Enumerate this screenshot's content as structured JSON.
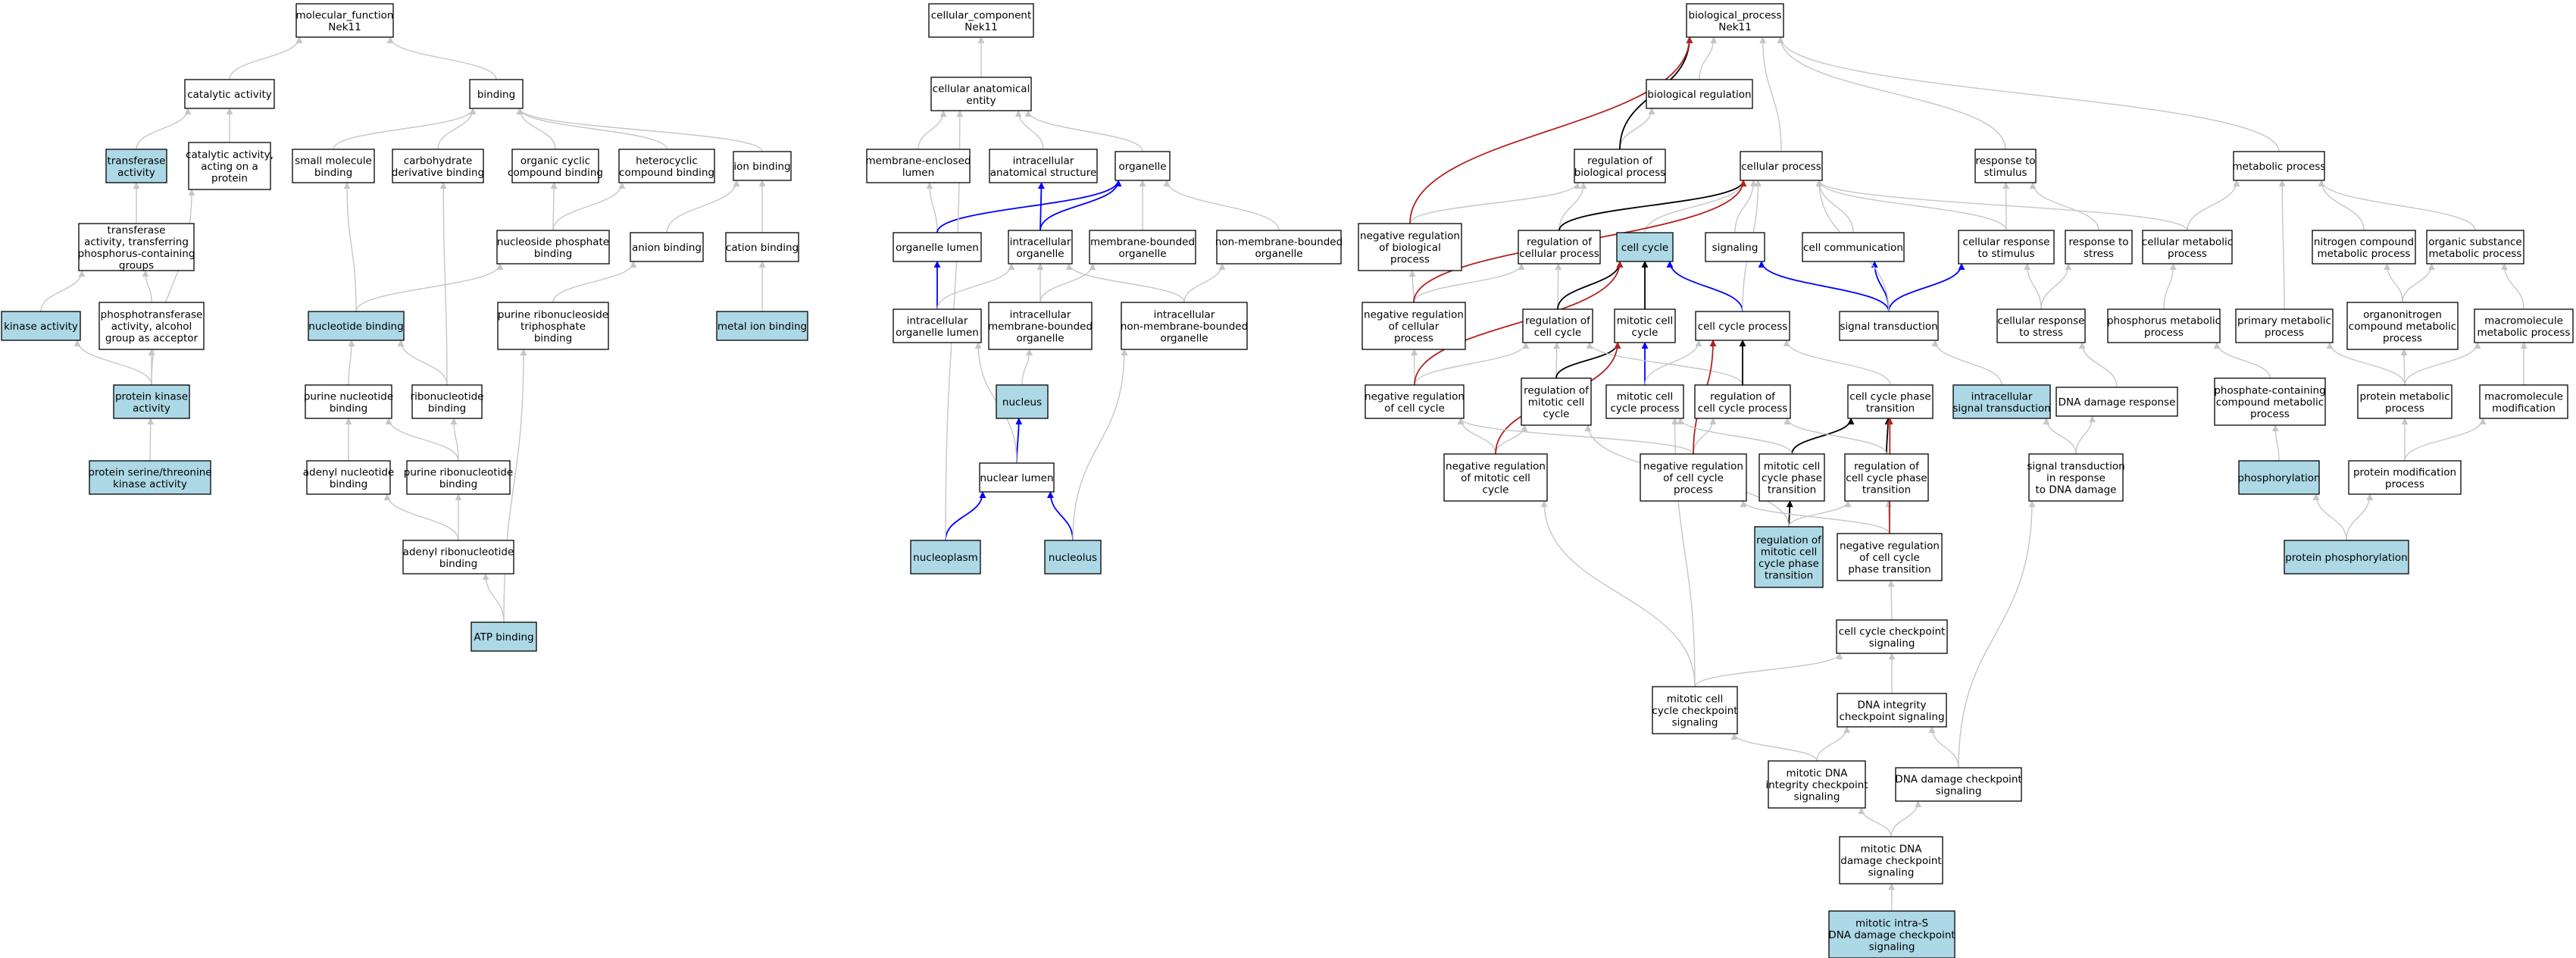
{
  "colors": {
    "highlight": "#add8e6",
    "plain": "#ffffff",
    "grey": "#c6c6c6",
    "red": "#b22222",
    "blue": "#0000ff",
    "black": "#000000"
  },
  "nodes": [
    {
      "id": "mf",
      "lines": [
        "molecular_function",
        "Nek11"
      ]
    },
    {
      "id": "cat",
      "lines": [
        "catalytic activity"
      ]
    },
    {
      "id": "bind",
      "lines": [
        "binding"
      ]
    },
    {
      "id": "transact",
      "lines": [
        "transferase",
        "activity"
      ],
      "hl": true
    },
    {
      "id": "catprot",
      "lines": [
        "catalytic activity,",
        "acting on a",
        "protein"
      ]
    },
    {
      "id": "smb",
      "lines": [
        "small molecule",
        "binding"
      ]
    },
    {
      "id": "carb",
      "lines": [
        "carbohydrate",
        "derivative binding"
      ]
    },
    {
      "id": "ocyc",
      "lines": [
        "organic cyclic",
        "compound binding"
      ]
    },
    {
      "id": "hcyc",
      "lines": [
        "heterocyclic",
        "compound binding"
      ]
    },
    {
      "id": "ionb",
      "lines": [
        "ion binding"
      ]
    },
    {
      "id": "transphos",
      "lines": [
        "transferase",
        "activity, transferring",
        "phosphorus-containing",
        "groups"
      ]
    },
    {
      "id": "nucphos",
      "lines": [
        "nucleoside phosphate",
        "binding"
      ]
    },
    {
      "id": "anion",
      "lines": [
        "anion binding"
      ]
    },
    {
      "id": "cation",
      "lines": [
        "cation binding"
      ]
    },
    {
      "id": "kinase",
      "lines": [
        "kinase activity"
      ],
      "hl": true
    },
    {
      "id": "phostrans",
      "lines": [
        "phosphotransferase",
        "activity, alcohol",
        "group as acceptor"
      ]
    },
    {
      "id": "nucbind",
      "lines": [
        "nucleotide binding"
      ],
      "hl": true
    },
    {
      "id": "purtri",
      "lines": [
        "purine ribonucleoside",
        "triphosphate",
        "binding"
      ]
    },
    {
      "id": "metal",
      "lines": [
        "metal ion binding"
      ],
      "hl": true
    },
    {
      "id": "protkin",
      "lines": [
        "protein kinase",
        "activity"
      ],
      "hl": true
    },
    {
      "id": "purnuc",
      "lines": [
        "purine nucleotide",
        "binding"
      ]
    },
    {
      "id": "ribonuc",
      "lines": [
        "ribonucleotide",
        "binding"
      ]
    },
    {
      "id": "serthr",
      "lines": [
        "protein serine/threonine",
        "kinase activity"
      ],
      "hl": true
    },
    {
      "id": "adenuc",
      "lines": [
        "adenyl nucleotide",
        "binding"
      ]
    },
    {
      "id": "purribo",
      "lines": [
        "purine ribonucleotide",
        "binding"
      ]
    },
    {
      "id": "adenribo",
      "lines": [
        "adenyl ribonucleotide",
        "binding"
      ]
    },
    {
      "id": "atp",
      "lines": [
        "ATP binding"
      ],
      "hl": true
    },
    {
      "id": "cc",
      "lines": [
        "cellular_component",
        "Nek11"
      ]
    },
    {
      "id": "cae",
      "lines": [
        "cellular anatomical",
        "entity"
      ]
    },
    {
      "id": "mel",
      "lines": [
        "membrane-enclosed",
        "lumen"
      ]
    },
    {
      "id": "ias",
      "lines": [
        "intracellular",
        "anatomical structure"
      ]
    },
    {
      "id": "org",
      "lines": [
        "organelle"
      ]
    },
    {
      "id": "orglum",
      "lines": [
        "organelle lumen"
      ]
    },
    {
      "id": "iorg",
      "lines": [
        "intracellular",
        "organelle"
      ]
    },
    {
      "id": "mborg",
      "lines": [
        "membrane-bounded",
        "organelle"
      ]
    },
    {
      "id": "nmborg",
      "lines": [
        "non-membrane-bounded",
        "organelle"
      ]
    },
    {
      "id": "iorglum",
      "lines": [
        "intracellular",
        "organelle lumen"
      ]
    },
    {
      "id": "imborg",
      "lines": [
        "intracellular",
        "membrane-bounded",
        "organelle"
      ]
    },
    {
      "id": "inmborg",
      "lines": [
        "intracellular",
        "non-membrane-bounded",
        "organelle"
      ]
    },
    {
      "id": "nucleus",
      "lines": [
        "nucleus"
      ],
      "hl": true
    },
    {
      "id": "nuclum",
      "lines": [
        "nuclear lumen"
      ]
    },
    {
      "id": "nucplasm",
      "lines": [
        "nucleoplasm"
      ],
      "hl": true
    },
    {
      "id": "nucleolus",
      "lines": [
        "nucleolus"
      ],
      "hl": true
    },
    {
      "id": "bp",
      "lines": [
        "biological_process",
        "Nek11"
      ]
    },
    {
      "id": "breg",
      "lines": [
        "biological regulation"
      ]
    },
    {
      "id": "regbp",
      "lines": [
        "regulation of",
        "biological process"
      ]
    },
    {
      "id": "cellproc",
      "lines": [
        "cellular process"
      ]
    },
    {
      "id": "resp",
      "lines": [
        "response to",
        "stimulus"
      ]
    },
    {
      "id": "metab",
      "lines": [
        "metabolic process"
      ]
    },
    {
      "id": "nrbp",
      "lines": [
        "negative regulation",
        "of biological",
        "process"
      ]
    },
    {
      "id": "regcp",
      "lines": [
        "regulation of",
        "cellular process"
      ]
    },
    {
      "id": "cellcycle",
      "lines": [
        "cell cycle"
      ],
      "hl": true
    },
    {
      "id": "signaling",
      "lines": [
        "signaling"
      ]
    },
    {
      "id": "cellcomm",
      "lines": [
        "cell communication"
      ]
    },
    {
      "id": "cresp",
      "lines": [
        "cellular response",
        "to stimulus"
      ]
    },
    {
      "id": "rstress",
      "lines": [
        "response to",
        "stress"
      ]
    },
    {
      "id": "cmetab",
      "lines": [
        "cellular metabolic",
        "process"
      ]
    },
    {
      "id": "ncmetab",
      "lines": [
        "nitrogen compound",
        "metabolic process"
      ]
    },
    {
      "id": "osmetab",
      "lines": [
        "organic substance",
        "metabolic process"
      ]
    },
    {
      "id": "nrcp",
      "lines": [
        "negative regulation",
        "of cellular",
        "process"
      ]
    },
    {
      "id": "regcc",
      "lines": [
        "regulation of",
        "cell cycle"
      ]
    },
    {
      "id": "mitcc",
      "lines": [
        "mitotic cell",
        "cycle"
      ]
    },
    {
      "id": "ccproc",
      "lines": [
        "cell cycle process"
      ]
    },
    {
      "id": "sigtrans",
      "lines": [
        "signal transduction"
      ]
    },
    {
      "id": "crstress",
      "lines": [
        "cellular response",
        "to stress"
      ]
    },
    {
      "id": "phosmet",
      "lines": [
        "phosphorus metabolic",
        "process"
      ]
    },
    {
      "id": "primet",
      "lines": [
        "primary metabolic",
        "process"
      ]
    },
    {
      "id": "onmet",
      "lines": [
        "organonitrogen",
        "compound metabolic",
        "process"
      ]
    },
    {
      "id": "macmet",
      "lines": [
        "macromolecule",
        "metabolic process"
      ]
    },
    {
      "id": "nrcc",
      "lines": [
        "negative regulation",
        "of cell cycle"
      ]
    },
    {
      "id": "regmitcc",
      "lines": [
        "regulation of",
        "mitotic cell",
        "cycle"
      ]
    },
    {
      "id": "mitccproc",
      "lines": [
        "mitotic cell",
        "cycle process"
      ]
    },
    {
      "id": "regccproc",
      "lines": [
        "regulation of",
        "cell cycle process"
      ]
    },
    {
      "id": "ccpt",
      "lines": [
        "cell cycle phase",
        "transition"
      ]
    },
    {
      "id": "ist",
      "lines": [
        "intracellular",
        "signal transduction"
      ],
      "hl": true
    },
    {
      "id": "dnadam",
      "lines": [
        "DNA damage response"
      ]
    },
    {
      "id": "pcmet",
      "lines": [
        "phosphate-containing",
        "compound metabolic",
        "process"
      ]
    },
    {
      "id": "protmet",
      "lines": [
        "protein metabolic",
        "process"
      ]
    },
    {
      "id": "macmod",
      "lines": [
        "macromolecule",
        "modification"
      ]
    },
    {
      "id": "nrmitcc",
      "lines": [
        "negative regulation",
        "of mitotic cell",
        "cycle"
      ]
    },
    {
      "id": "nrccproc",
      "lines": [
        "negative regulation",
        "of cell cycle",
        "process"
      ]
    },
    {
      "id": "mccpt",
      "lines": [
        "mitotic cell",
        "cycle phase",
        "transition"
      ]
    },
    {
      "id": "regccpt",
      "lines": [
        "regulation of",
        "cell cycle phase",
        "transition"
      ]
    },
    {
      "id": "stdna",
      "lines": [
        "signal transduction",
        "in response",
        "to DNA damage"
      ]
    },
    {
      "id": "phosph",
      "lines": [
        "phosphorylation"
      ],
      "hl": true
    },
    {
      "id": "protmod",
      "lines": [
        "protein modification",
        "process"
      ]
    },
    {
      "id": "regmccpt",
      "lines": [
        "regulation of",
        "mitotic cell",
        "cycle phase",
        "transition"
      ],
      "hl": true
    },
    {
      "id": "nrccpt",
      "lines": [
        "negative regulation",
        "of cell cycle",
        "phase transition"
      ]
    },
    {
      "id": "protphos",
      "lines": [
        "protein phosphorylation"
      ],
      "hl": true
    },
    {
      "id": "ccchk",
      "lines": [
        "cell cycle checkpoint",
        "signaling"
      ]
    },
    {
      "id": "mccchk",
      "lines": [
        "mitotic cell",
        "cycle checkpoint",
        "signaling"
      ]
    },
    {
      "id": "dnaint",
      "lines": [
        "DNA integrity",
        "checkpoint signaling"
      ]
    },
    {
      "id": "mdnaint",
      "lines": [
        "mitotic DNA",
        "integrity checkpoint",
        "signaling"
      ]
    },
    {
      "id": "dnadamchk",
      "lines": [
        "DNA damage checkpoint",
        "signaling"
      ]
    },
    {
      "id": "mdnadam",
      "lines": [
        "mitotic DNA",
        "damage checkpoint",
        "signaling"
      ]
    },
    {
      "id": "mintras",
      "lines": [
        "mitotic intra-S",
        "DNA damage checkpoint",
        "signaling"
      ],
      "hl": true
    }
  ],
  "edges": [
    [
      "cat",
      "mf",
      "g"
    ],
    [
      "bind",
      "mf",
      "g"
    ],
    [
      "transact",
      "cat",
      "g"
    ],
    [
      "catprot",
      "cat",
      "g"
    ],
    [
      "smb",
      "bind",
      "g"
    ],
    [
      "carb",
      "bind",
      "g"
    ],
    [
      "ocyc",
      "bind",
      "g"
    ],
    [
      "hcyc",
      "bind",
      "g"
    ],
    [
      "ionb",
      "bind",
      "g"
    ],
    [
      "transphos",
      "transact",
      "g"
    ],
    [
      "nucphos",
      "ocyc",
      "g"
    ],
    [
      "nucphos",
      "hcyc",
      "g"
    ],
    [
      "anion",
      "ionb",
      "g"
    ],
    [
      "cation",
      "ionb",
      "g"
    ],
    [
      "kinase",
      "transphos",
      "g"
    ],
    [
      "phostrans",
      "transphos",
      "g"
    ],
    [
      "nucbind",
      "smb",
      "g"
    ],
    [
      "nucbind",
      "nucphos",
      "g"
    ],
    [
      "purtri",
      "anion",
      "g"
    ],
    [
      "metal",
      "cation",
      "g"
    ],
    [
      "protkin",
      "kinase",
      "g"
    ],
    [
      "protkin",
      "phostrans",
      "g"
    ],
    [
      "protkin",
      "catprot",
      "g"
    ],
    [
      "purnuc",
      "nucbind",
      "g"
    ],
    [
      "ribonuc",
      "nucbind",
      "g"
    ],
    [
      "ribonuc",
      "carb",
      "g"
    ],
    [
      "serthr",
      "protkin",
      "g"
    ],
    [
      "adenuc",
      "purnuc",
      "g"
    ],
    [
      "purribo",
      "purnuc",
      "g"
    ],
    [
      "purribo",
      "ribonuc",
      "g"
    ],
    [
      "adenribo",
      "adenuc",
      "g"
    ],
    [
      "adenribo",
      "purribo",
      "g"
    ],
    [
      "atp",
      "adenribo",
      "g"
    ],
    [
      "atp",
      "purtri",
      "g"
    ],
    [
      "cae",
      "cc",
      "g"
    ],
    [
      "mel",
      "cae",
      "g"
    ],
    [
      "ias",
      "cae",
      "g"
    ],
    [
      "org",
      "cae",
      "g"
    ],
    [
      "orglum",
      "mel",
      "g"
    ],
    [
      "orglum",
      "org",
      "b"
    ],
    [
      "iorg",
      "ias",
      "b"
    ],
    [
      "iorg",
      "org",
      "b"
    ],
    [
      "mborg",
      "org",
      "g"
    ],
    [
      "nmborg",
      "org",
      "g"
    ],
    [
      "iorglum",
      "orglum",
      "b"
    ],
    [
      "iorglum",
      "iorg",
      "g"
    ],
    [
      "imborg",
      "iorg",
      "g"
    ],
    [
      "imborg",
      "mborg",
      "g"
    ],
    [
      "inmborg",
      "iorg",
      "g"
    ],
    [
      "inmborg",
      "nmborg",
      "g"
    ],
    [
      "nucleus",
      "imborg",
      "g"
    ],
    [
      "nuclum",
      "nucleus",
      "b"
    ],
    [
      "nuclum",
      "iorglum",
      "g"
    ],
    [
      "nucplasm",
      "nuclum",
      "b"
    ],
    [
      "nucplasm",
      "cae",
      "g"
    ],
    [
      "nucleolus",
      "nuclum",
      "b"
    ],
    [
      "nucleolus",
      "inmborg",
      "g"
    ],
    [
      "breg",
      "bp",
      "g"
    ],
    [
      "regbp",
      "breg",
      "g"
    ],
    [
      "regbp",
      "bp",
      "k"
    ],
    [
      "cellproc",
      "bp",
      "g"
    ],
    [
      "resp",
      "bp",
      "g"
    ],
    [
      "metab",
      "bp",
      "g"
    ],
    [
      "nrbp",
      "regbp",
      "g"
    ],
    [
      "nrbp",
      "bp",
      "r"
    ],
    [
      "regcp",
      "regbp",
      "g"
    ],
    [
      "regcp",
      "cellproc",
      "k"
    ],
    [
      "cellcycle",
      "cellproc",
      "g"
    ],
    [
      "signaling",
      "cellproc",
      "g"
    ],
    [
      "cellcomm",
      "cellproc",
      "g"
    ],
    [
      "cresp",
      "resp",
      "g"
    ],
    [
      "cresp",
      "cellproc",
      "g"
    ],
    [
      "rstress",
      "resp",
      "g"
    ],
    [
      "cmetab",
      "metab",
      "g"
    ],
    [
      "cmetab",
      "cellproc",
      "g"
    ],
    [
      "ncmetab",
      "metab",
      "g"
    ],
    [
      "osmetab",
      "metab",
      "g"
    ],
    [
      "nrcp",
      "regcp",
      "g"
    ],
    [
      "nrcp",
      "nrbp",
      "g"
    ],
    [
      "nrcp",
      "cellproc",
      "r"
    ],
    [
      "regcc",
      "regcp",
      "g"
    ],
    [
      "regcc",
      "cellcycle",
      "k"
    ],
    [
      "mitcc",
      "cellcycle",
      "k"
    ],
    [
      "ccproc",
      "cellcycle",
      "b"
    ],
    [
      "ccproc",
      "cellproc",
      "g"
    ],
    [
      "sigtrans",
      "signaling",
      "b"
    ],
    [
      "sigtrans",
      "cellcomm",
      "b"
    ],
    [
      "sigtrans",
      "cresp",
      "b"
    ],
    [
      "sigtrans",
      "cellproc",
      "g"
    ],
    [
      "crstress",
      "rstress",
      "g"
    ],
    [
      "crstress",
      "cresp",
      "g"
    ],
    [
      "phosmet",
      "cmetab",
      "g"
    ],
    [
      "primet",
      "metab",
      "g"
    ],
    [
      "onmet",
      "ncmetab",
      "g"
    ],
    [
      "onmet",
      "osmetab",
      "g"
    ],
    [
      "macmet",
      "osmetab",
      "g"
    ],
    [
      "nrcc",
      "regcc",
      "g"
    ],
    [
      "nrcc",
      "nrcp",
      "g"
    ],
    [
      "nrcc",
      "cellcycle",
      "r"
    ],
    [
      "regmitcc",
      "regcc",
      "g"
    ],
    [
      "regmitcc",
      "mitcc",
      "k"
    ],
    [
      "mitccproc",
      "mitcc",
      "b"
    ],
    [
      "mitccproc",
      "ccproc",
      "g"
    ],
    [
      "regccproc",
      "regcc",
      "g"
    ],
    [
      "regccproc",
      "ccproc",
      "k"
    ],
    [
      "ccpt",
      "ccproc",
      "g"
    ],
    [
      "ist",
      "sigtrans",
      "g"
    ],
    [
      "dnadam",
      "crstress",
      "g"
    ],
    [
      "pcmet",
      "phosmet",
      "g"
    ],
    [
      "protmet",
      "primet",
      "g"
    ],
    [
      "protmet",
      "onmet",
      "g"
    ],
    [
      "protmet",
      "macmet",
      "g"
    ],
    [
      "macmod",
      "macmet",
      "g"
    ],
    [
      "nrmitcc",
      "regmitcc",
      "g"
    ],
    [
      "nrmitcc",
      "nrcc",
      "g"
    ],
    [
      "nrmitcc",
      "mitcc",
      "r"
    ],
    [
      "nrccproc",
      "regccproc",
      "g"
    ],
    [
      "nrccproc",
      "nrcc",
      "g"
    ],
    [
      "nrccproc",
      "ccproc",
      "r"
    ],
    [
      "mccpt",
      "ccpt",
      "k"
    ],
    [
      "mccpt",
      "mitccproc",
      "g"
    ],
    [
      "regccpt",
      "ccpt",
      "k"
    ],
    [
      "regccpt",
      "regccproc",
      "g"
    ],
    [
      "stdna",
      "ist",
      "g"
    ],
    [
      "stdna",
      "dnadam",
      "g"
    ],
    [
      "phosph",
      "pcmet",
      "g"
    ],
    [
      "protmod",
      "protmet",
      "g"
    ],
    [
      "protmod",
      "macmod",
      "g"
    ],
    [
      "regmccpt",
      "mccpt",
      "k"
    ],
    [
      "regmccpt",
      "regccpt",
      "g"
    ],
    [
      "regmccpt",
      "regmitcc",
      "g"
    ],
    [
      "nrccpt",
      "regccpt",
      "g"
    ],
    [
      "nrccpt",
      "nrccproc",
      "g"
    ],
    [
      "nrccpt",
      "ccpt",
      "r"
    ],
    [
      "protphos",
      "phosph",
      "g"
    ],
    [
      "protphos",
      "protmod",
      "g"
    ],
    [
      "ccchk",
      "nrccpt",
      "g"
    ],
    [
      "mccchk",
      "ccchk",
      "g"
    ],
    [
      "mccchk",
      "nrmitcc",
      "g"
    ],
    [
      "mccchk",
      "mitccproc",
      "g"
    ],
    [
      "dnaint",
      "ccchk",
      "g"
    ],
    [
      "mdnaint",
      "dnaint",
      "g"
    ],
    [
      "mdnaint",
      "mccchk",
      "g"
    ],
    [
      "dnadamchk",
      "dnaint",
      "g"
    ],
    [
      "dnadamchk",
      "stdna",
      "g"
    ],
    [
      "mdnadam",
      "mdnaint",
      "g"
    ],
    [
      "mdnadam",
      "dnadamchk",
      "g"
    ],
    [
      "mintras",
      "mdnadam",
      "g"
    ]
  ]
}
